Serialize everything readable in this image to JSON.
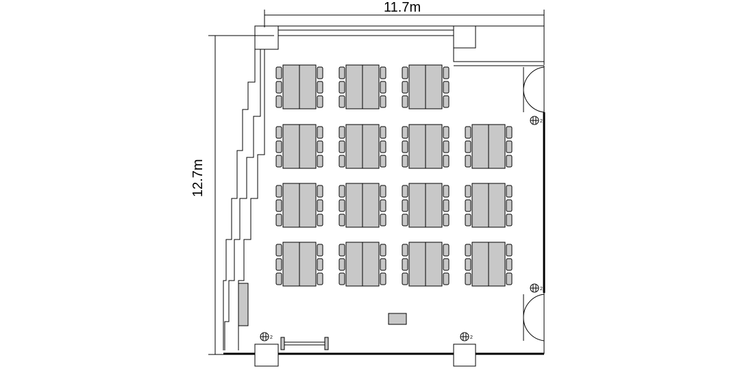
{
  "dimensions": {
    "width_label": "11.7m",
    "height_label": "12.7m"
  },
  "layout": {
    "table_rows": 4,
    "table_columns": 4,
    "chairs_per_side": 3,
    "first_row_missing_columns": [
      3
    ]
  },
  "outlets": {
    "label": "2"
  },
  "colors": {
    "furniture_fill": "#c8c8c8",
    "line": "#000000",
    "background": "#ffffff"
  }
}
